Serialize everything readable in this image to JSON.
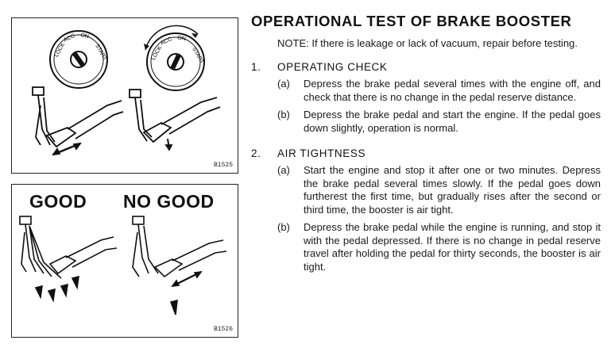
{
  "title": "OPERATIONAL TEST OF BRAKE BOOSTER",
  "note": "NOTE:  If there is leakage or lack of vacuum, repair before testing.",
  "sections": [
    {
      "number": "1.",
      "heading": "OPERATING CHECK",
      "items": [
        {
          "mark": "(a)",
          "text": "Depress the brake pedal several times with the engine off, and check that there is no change in the pedal reserve distance."
        },
        {
          "mark": "(b)",
          "text": "Depress the brake pedal and start the engine.  If the pedal goes down slightly, operation is normal."
        }
      ]
    },
    {
      "number": "2.",
      "heading": "AIR TIGHTNESS",
      "items": [
        {
          "mark": "(a)",
          "text": "Start the engine and stop it after one or two minutes. Depress the brake pedal several times slowly.  If the pedal goes down furtherest the first time, but gradually rises after the second or third time, the booster is air tight."
        },
        {
          "mark": "(b)",
          "text": "Depress the brake pedal while the engine is running, and stop it with the pedal depressed.  If there is no change in pedal reserve travel after holding the pedal for thirty seconds, the booster is air tight."
        }
      ]
    }
  ],
  "figures": {
    "fig1": {
      "number": "B1525",
      "switch_labels": [
        "LOCK",
        "ACC",
        "ON",
        "START"
      ]
    },
    "fig2": {
      "number": "B1526",
      "good_label": "GOOD",
      "no_good_label": "NO GOOD"
    }
  }
}
